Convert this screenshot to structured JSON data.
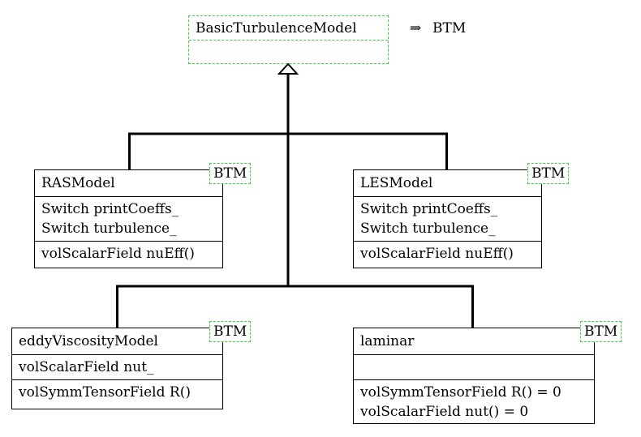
{
  "base": {
    "name": "BasicTurbulenceModel",
    "alias_arrow": "⇒",
    "alias": "BTM"
  },
  "classes": {
    "rasmodel": {
      "name": "RASModel",
      "template": "BTM",
      "attributes": [
        "Switch printCoeffs_",
        "Switch turbulence_"
      ],
      "methods": [
        "volScalarField nuEff()"
      ]
    },
    "lesmodel": {
      "name": "LESModel",
      "template": "BTM",
      "attributes": [
        "Switch printCoeffs_",
        "Switch turbulence_"
      ],
      "methods": [
        "volScalarField nuEff()"
      ]
    },
    "eddy": {
      "name": "eddyViscosityModel",
      "template": "BTM",
      "attributes": [
        "volScalarField nut_"
      ],
      "methods": [
        "volSymmTensorField R()"
      ]
    },
    "laminar": {
      "name": "laminar",
      "template": "BTM",
      "attributes": [],
      "methods": [
        "volSymmTensorField R() = 0",
        "volScalarField nut() = 0"
      ]
    }
  }
}
